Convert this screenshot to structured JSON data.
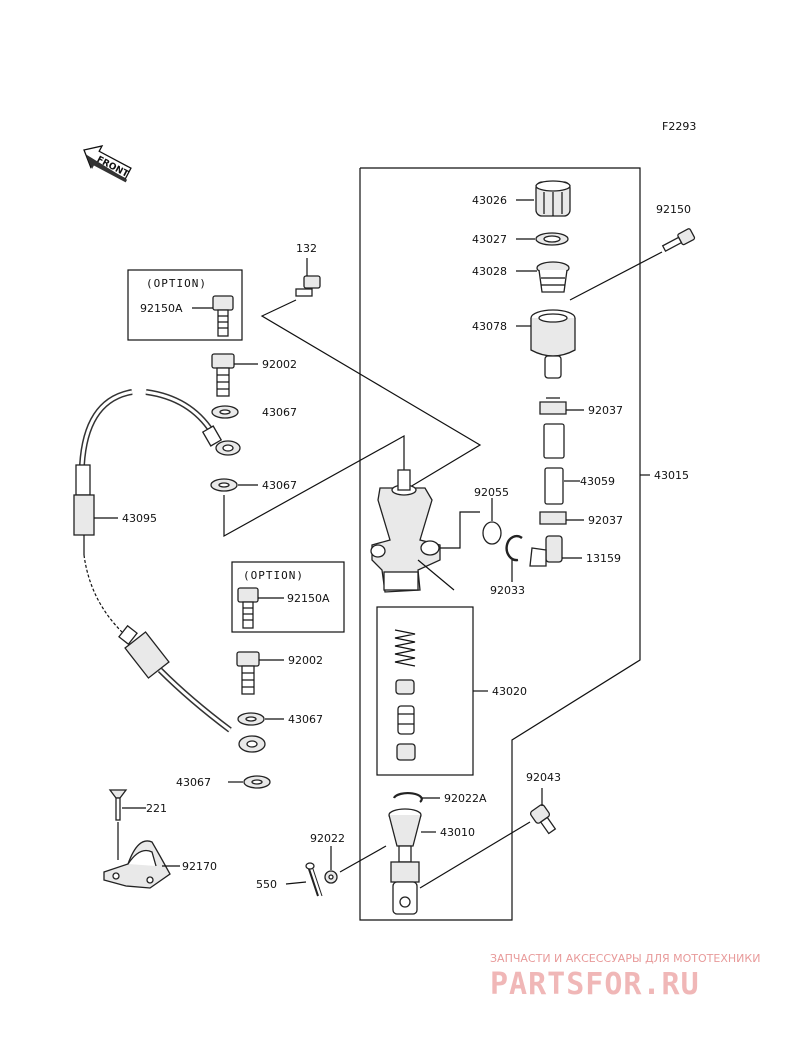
{
  "figure_code": "F2293",
  "front_label": "FRONT",
  "option_label": "(OPTION)",
  "parts": {
    "p43026": "43026",
    "p43027": "43027",
    "p43028": "43028",
    "p43078": "43078",
    "p92150": "92150",
    "p132": "132",
    "p92150a_top": "92150A",
    "p92150a_mid": "92150A",
    "p92002_top": "92002",
    "p92002_mid": "92002",
    "p43067_a": "43067",
    "p43067_b": "43067",
    "p43067_c": "43067",
    "p43067_d": "43067",
    "p43095": "43095",
    "p92037_a": "92037",
    "p92037_b": "92037",
    "p43059": "43059",
    "p43015": "43015",
    "p92055": "92055",
    "p13159": "13159",
    "p92033": "92033",
    "p43020": "43020",
    "p92043": "92043",
    "p92022a": "92022A",
    "p43010": "43010",
    "p92022": "92022",
    "p221": "221",
    "p92170": "92170",
    "p550": "550"
  },
  "watermark": {
    "caption": "ЗАПЧАСТИ И АКСЕССУАРЫ ДЛЯ МОТОТЕХНИКИ",
    "brand": "PARTSFOR.RU"
  }
}
